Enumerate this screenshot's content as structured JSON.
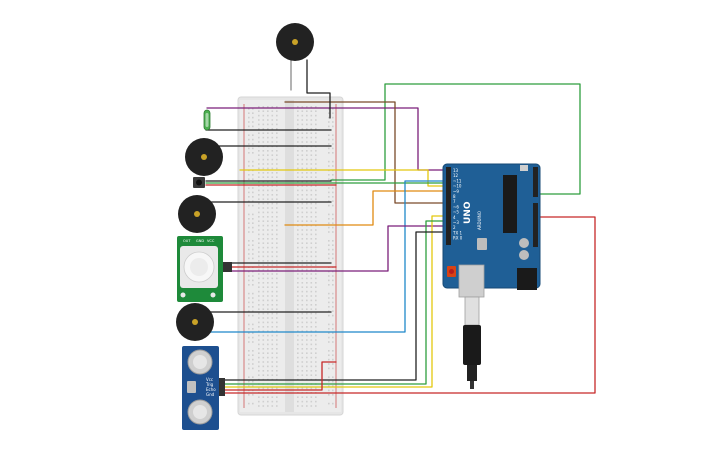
{
  "board": {
    "model_label": "UNO",
    "brand_label": "ARDUINO",
    "pin_labels_left": [
      "13",
      "12",
      "~11",
      "~10",
      "~9",
      "8",
      "7",
      "~6",
      "~5",
      "4",
      "~3",
      "2",
      "TX 1",
      "RX 0"
    ]
  },
  "pir_sensor": {
    "pin_labels": [
      "OUT",
      "GND",
      "VCC"
    ]
  },
  "ultrasonic_sensor": {
    "pin_labels": [
      "Vcc",
      "Trig",
      "Echo",
      "Gnd"
    ]
  },
  "colors": {
    "breadboard": "#e6e6e6",
    "arduino": "#1f5f96",
    "buzzer": "#222222",
    "pir_board": "#1e8a3a",
    "sonar_board": "#1d4f8f",
    "wire_red": "#c62828",
    "wire_green": "#2e9e3e",
    "wire_purple": "#7b1f7a",
    "wire_brown": "#7a4a2a",
    "wire_yellow": "#e3c80f",
    "wire_orange": "#e08a12",
    "wire_blue": "#1f88c9",
    "wire_black": "#222222",
    "wire_gray": "#8a8a8a"
  },
  "components": [
    "piezo-buzzer",
    "piezo-buzzer",
    "piezo-buzzer",
    "piezo-buzzer",
    "pir-sensor",
    "ultrasonic-sensor",
    "arduino-uno",
    "breadboard",
    "tilt-sensor",
    "pushbutton"
  ]
}
